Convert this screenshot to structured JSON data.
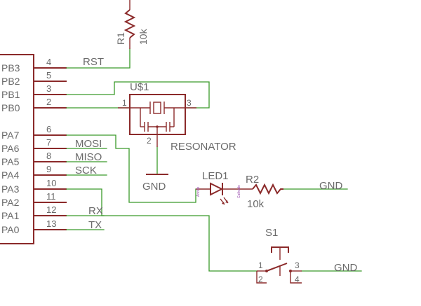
{
  "mcu": {
    "pins": [
      {
        "name": "PB3",
        "number": "4"
      },
      {
        "name": "PB2",
        "number": "5"
      },
      {
        "name": "PB1",
        "number": "3"
      },
      {
        "name": "PB0",
        "number": "2"
      },
      {
        "name": "PA7",
        "number": "6"
      },
      {
        "name": "PA6",
        "number": "7"
      },
      {
        "name": "PA5",
        "number": "8"
      },
      {
        "name": "PA4",
        "number": "9"
      },
      {
        "name": "PA3",
        "number": "10"
      },
      {
        "name": "PA2",
        "number": "11"
      },
      {
        "name": "PA1",
        "number": "12"
      },
      {
        "name": "PA0",
        "number": "13"
      }
    ]
  },
  "nets": {
    "rst": "RST",
    "mosi": "MOSI",
    "miso": "MISO",
    "sck": "SCK",
    "rx": "RX",
    "tx": "TX"
  },
  "r1": {
    "name": "R1",
    "value": "10k"
  },
  "resonator": {
    "name": "U$1",
    "value": "RESONATOR",
    "pin1": "1",
    "pin2": "2",
    "pin3": "3",
    "gnd": "GND"
  },
  "led1": {
    "name": "LED1",
    "tiny_a": "Anode",
    "tiny_c": "Cathode"
  },
  "r2": {
    "name": "R2",
    "value": "10k",
    "gnd": "GND"
  },
  "s1": {
    "name": "S1",
    "pin1": "1",
    "pin2": "2",
    "pin3": "3",
    "pin4": "4",
    "gnd": "GND"
  },
  "colors": {
    "wire": "#3a9a2a",
    "part": "#8b2a2a",
    "text": "#6a6a6a"
  }
}
